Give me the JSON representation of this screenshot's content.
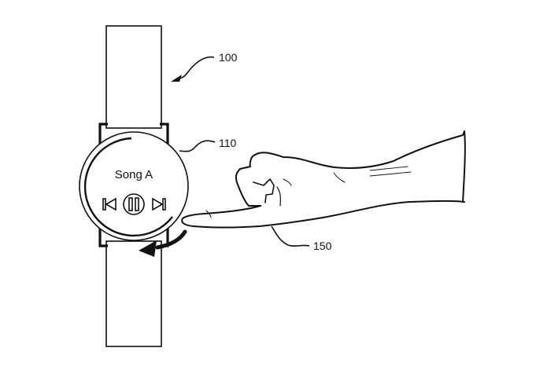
{
  "figure": {
    "type": "patent-drawing",
    "subject": "smartwatch with bezel swipe gesture"
  },
  "labels": {
    "device_ref": "100",
    "watch_face_ref": "110",
    "hand_ref": "150"
  },
  "watch_screen": {
    "title": "Song A",
    "controls": [
      {
        "name": "previous-track",
        "glyph": "|◁"
      },
      {
        "name": "pause",
        "glyph": "||"
      },
      {
        "name": "next-track",
        "glyph": "▷|"
      }
    ]
  },
  "gesture": {
    "direction": "counter-clockwise",
    "indicator": "curved-arrow"
  },
  "colors": {
    "line": "#111111",
    "background": "#ffffff"
  }
}
